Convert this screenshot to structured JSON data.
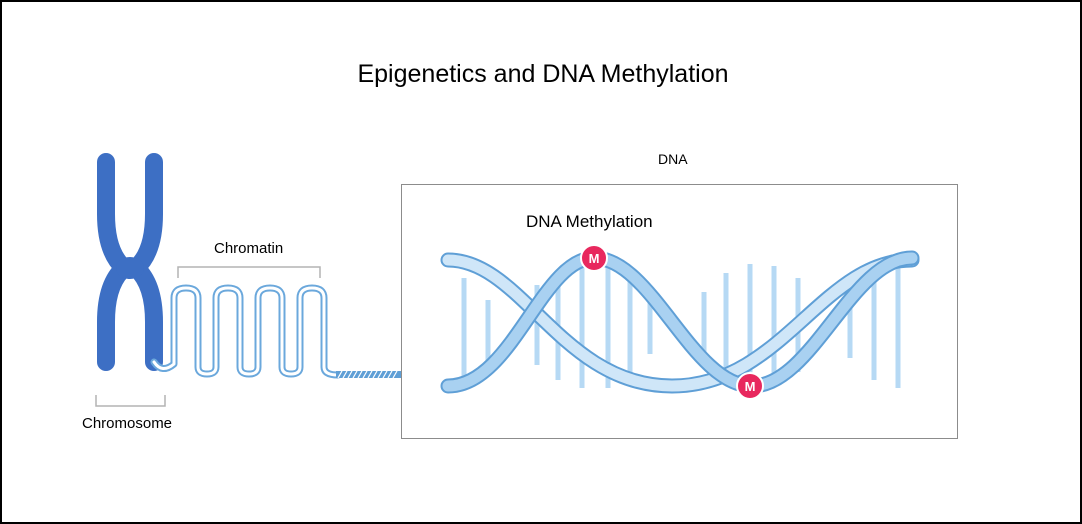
{
  "title": "Epigenetics and DNA Methylation",
  "labels": {
    "dna": "DNA",
    "dna_methylation": "DNA Methylation",
    "chromatin": "Chromatin",
    "chromosome": "Chromosome"
  },
  "methyl_marker": {
    "letter": "M",
    "count": 2
  },
  "colors": {
    "chromosome": "#3d6fc4",
    "helix_strand": "#9cc8ec",
    "helix_outline": "#5f9fd6",
    "base_pair": "#b6d9f4",
    "methyl_marker": "#e8285e",
    "bracket": "#b3b3b3",
    "box_border": "#8c8c8c"
  }
}
